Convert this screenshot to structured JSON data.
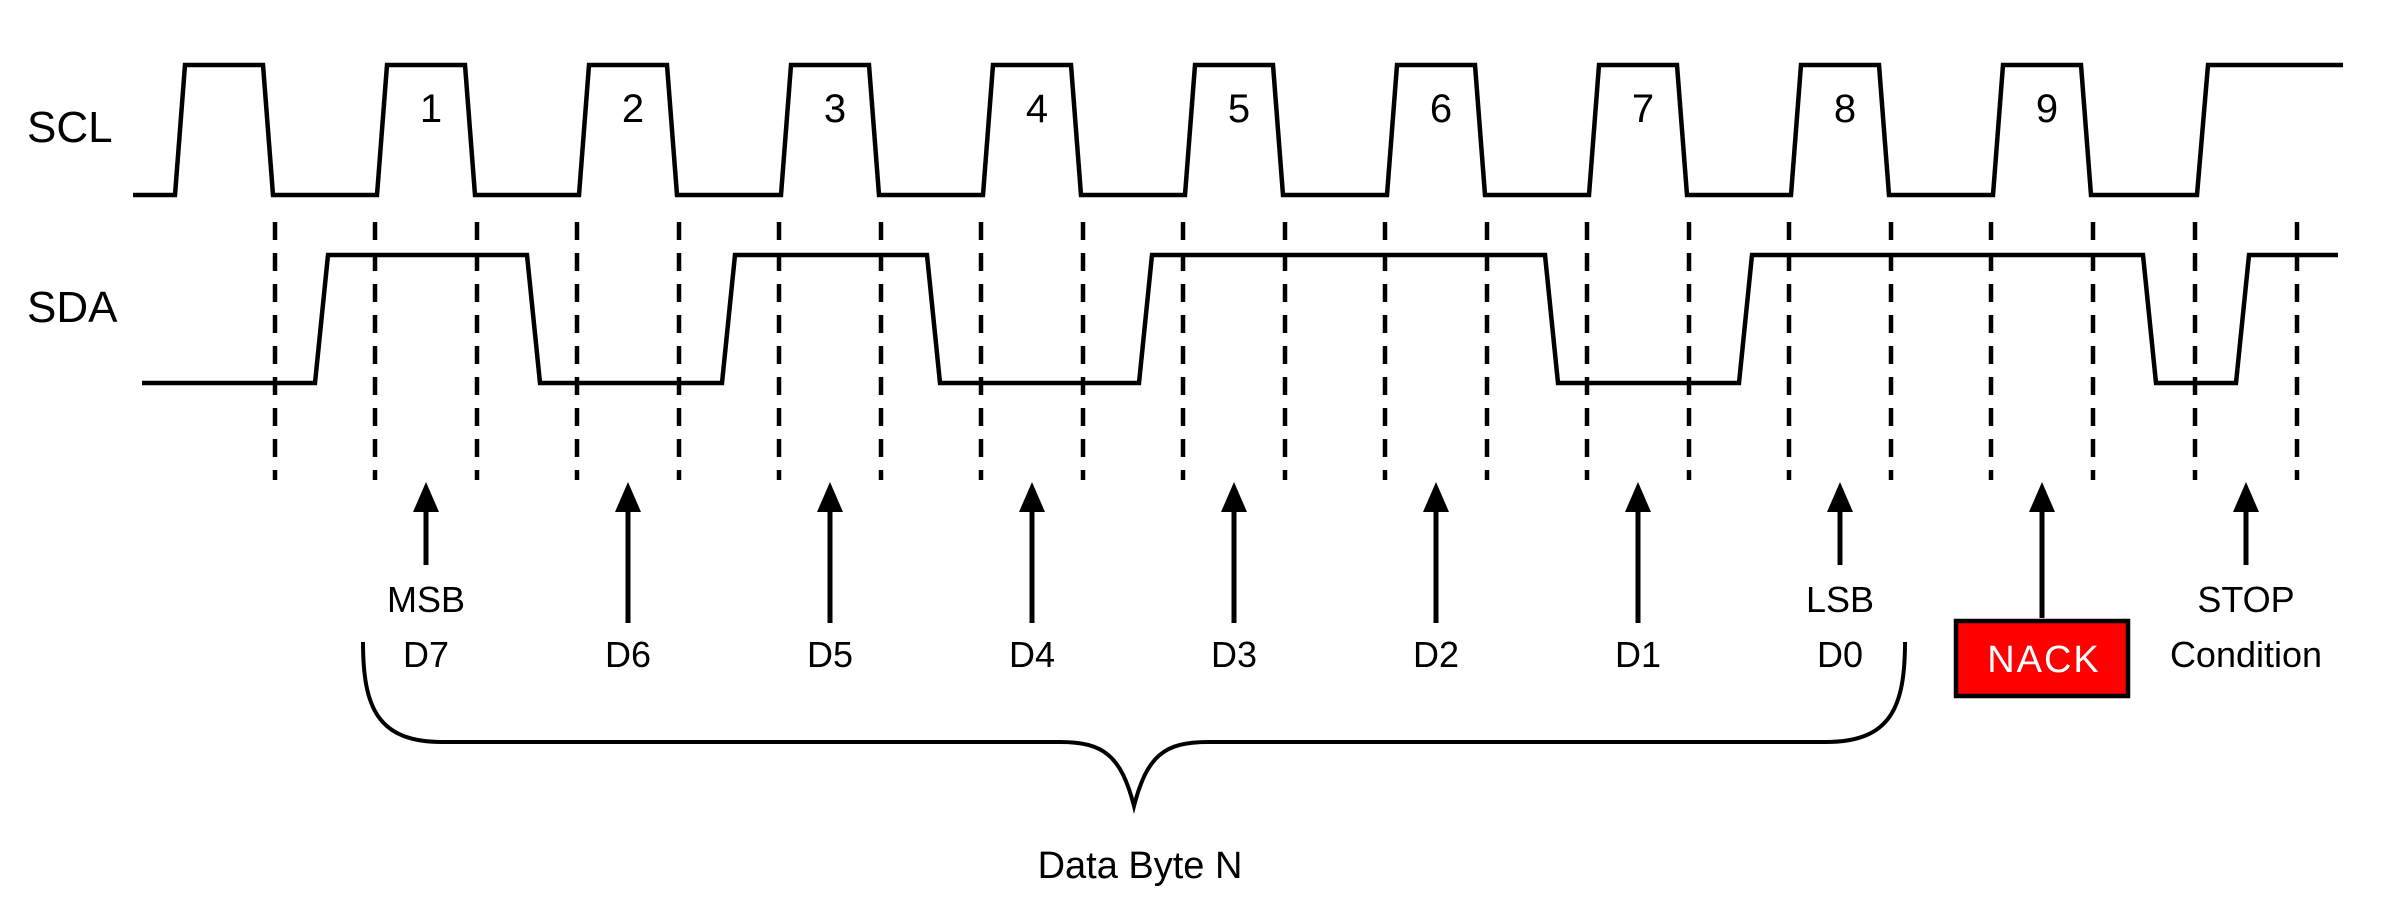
{
  "diagram": {
    "description": "I2C data byte transfer timing diagram with SCL clock, SDA data, bit sampling arrows, NACK and STOP condition",
    "background": "#FFFFFF"
  },
  "colors": {
    "line": "#000000",
    "text": "#000000",
    "nack_fill": "#FF0000",
    "nack_border": "#000000",
    "nack_text": "#FFFFFF"
  },
  "signals": {
    "scl": {
      "label": "SCL",
      "clock_numbers": [
        "1",
        "2",
        "3",
        "4",
        "5",
        "6",
        "7",
        "8",
        "9"
      ]
    },
    "sda": {
      "label": "SDA"
    }
  },
  "annotations": {
    "bits": [
      {
        "lines": [
          "MSB",
          "D7"
        ]
      },
      {
        "lines": [
          "D6"
        ]
      },
      {
        "lines": [
          "D5"
        ]
      },
      {
        "lines": [
          "D4"
        ]
      },
      {
        "lines": [
          "D3"
        ]
      },
      {
        "lines": [
          "D2"
        ]
      },
      {
        "lines": [
          "D1"
        ]
      },
      {
        "lines": [
          "LSB",
          "D0"
        ]
      }
    ],
    "nack": {
      "label": "NACK"
    },
    "stop": {
      "line1": "STOP",
      "line2": "Condition"
    }
  },
  "brace": {
    "label": "Data Byte N"
  },
  "waveform_data": {
    "scl_clock_pulses": 9,
    "sda_bits_d7_to_d0": [
      1,
      0,
      1,
      0,
      1,
      1,
      0,
      1
    ],
    "ack_bit_level": 1,
    "ack_bit_meaning": "NACK",
    "end_event": "STOP condition (SDA rises while SCL is high)"
  }
}
